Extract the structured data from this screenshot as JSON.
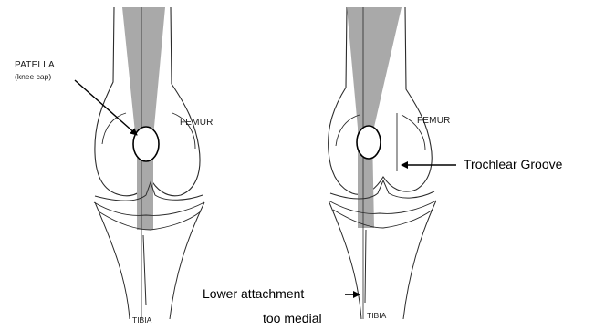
{
  "labels": {
    "patella": "PATELLA",
    "knee_cap": "(knee cap)",
    "femur_left": "FEMUR",
    "femur_right": "FEMUR",
    "tibia_left": "TIBIA",
    "tibia_right": "TIBIA",
    "trochlear_groove": "Trochlear Groove",
    "lower_attachment": "Lower attachment",
    "too_medial": "too medial"
  },
  "colors": {
    "outline": "#2b2b2b",
    "quadriceps_band": "#a9a9a9",
    "background": "#ffffff"
  },
  "icons": {
    "pointer_arrows": "arrow-right-icon"
  }
}
